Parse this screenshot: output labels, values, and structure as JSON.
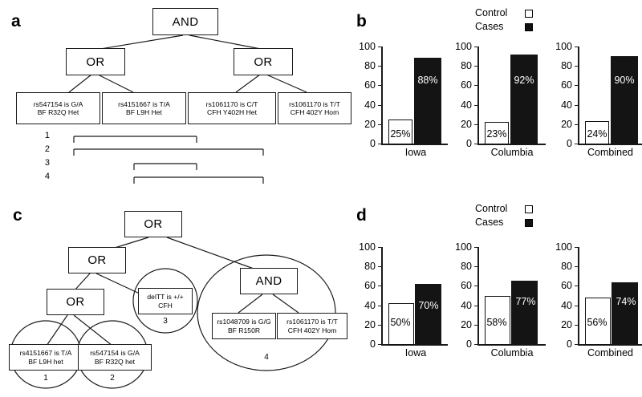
{
  "figure": {
    "panels": [
      "a",
      "b",
      "c",
      "d"
    ]
  },
  "panel_a": {
    "letter": "a",
    "root": {
      "label": "AND"
    },
    "ops": [
      {
        "label": "OR"
      },
      {
        "label": "OR"
      }
    ],
    "leaves": [
      {
        "line1": "rs547154 is G/A",
        "line2": "BF R32Q Het"
      },
      {
        "line1": "rs4151667 is T/A",
        "line2": "BF L9H Het"
      },
      {
        "line1": "rs1061170 is C/T",
        "line2": "CFH Y402H Het"
      },
      {
        "line1": "rs1061170 is T/T",
        "line2": "CFH 402Y Hom"
      }
    ],
    "brackets": [
      {
        "num": "1"
      },
      {
        "num": "2"
      },
      {
        "num": "3"
      },
      {
        "num": "4"
      }
    ]
  },
  "panel_c": {
    "letter": "c",
    "ops": [
      {
        "label": "OR"
      },
      {
        "label": "OR"
      },
      {
        "label": "OR"
      },
      {
        "label": "AND"
      }
    ],
    "leaves": [
      {
        "line1": "delTT is +/+",
        "line2": "CFH"
      },
      {
        "line1": "rs4151667 is T/A",
        "line2": "BF L9H het"
      },
      {
        "line1": "rs547154 is G/A",
        "line2": "BF R32Q het"
      },
      {
        "line1": "rs1048709 is G/G",
        "line2": "BF R150R"
      },
      {
        "line1": "rs1061170 is T/T",
        "line2": "CFH 402Y Hom"
      }
    ],
    "group_labels": [
      {
        "num": "1"
      },
      {
        "num": "2"
      },
      {
        "num": "3"
      },
      {
        "num": "4"
      }
    ]
  },
  "panel_b": {
    "letter": "b",
    "legend": [
      {
        "label": "Control",
        "swatch": "hollow"
      },
      {
        "label": "Cases",
        "swatch": "filled"
      }
    ],
    "chart_data": {
      "type": "bar",
      "title": "",
      "xlabel": "",
      "ylabel": "",
      "ylim": [
        0,
        100
      ],
      "yticks": [
        0,
        20,
        40,
        60,
        80,
        100
      ],
      "grid": false,
      "legend_position": "top-right",
      "categories": [
        "Iowa",
        "Columbia",
        "Combined"
      ],
      "series": [
        {
          "name": "Control",
          "values": [
            25,
            23,
            24
          ],
          "labels": [
            "25%",
            "23%",
            "24%"
          ]
        },
        {
          "name": "Cases",
          "values": [
            88,
            92,
            90
          ],
          "labels": [
            "88%",
            "92%",
            "90%"
          ]
        }
      ]
    }
  },
  "panel_d": {
    "letter": "d",
    "legend": [
      {
        "label": "Control",
        "swatch": "hollow"
      },
      {
        "label": "Cases",
        "swatch": "filled"
      }
    ],
    "chart_data": {
      "type": "bar",
      "title": "",
      "xlabel": "",
      "ylabel": "",
      "ylim": [
        0,
        100
      ],
      "yticks": [
        0,
        20,
        40,
        60,
        80,
        100
      ],
      "grid": false,
      "legend_position": "top-right",
      "categories": [
        "Iowa",
        "Columbia",
        "Combined"
      ],
      "series": [
        {
          "name": "Control",
          "values": [
            43,
            50,
            48
          ],
          "labels": [
            "50%",
            "58%",
            "56%"
          ]
        },
        {
          "name": "Cases",
          "values": [
            62,
            66,
            64
          ],
          "labels": [
            "70%",
            "77%",
            "74%"
          ]
        }
      ]
    }
  }
}
